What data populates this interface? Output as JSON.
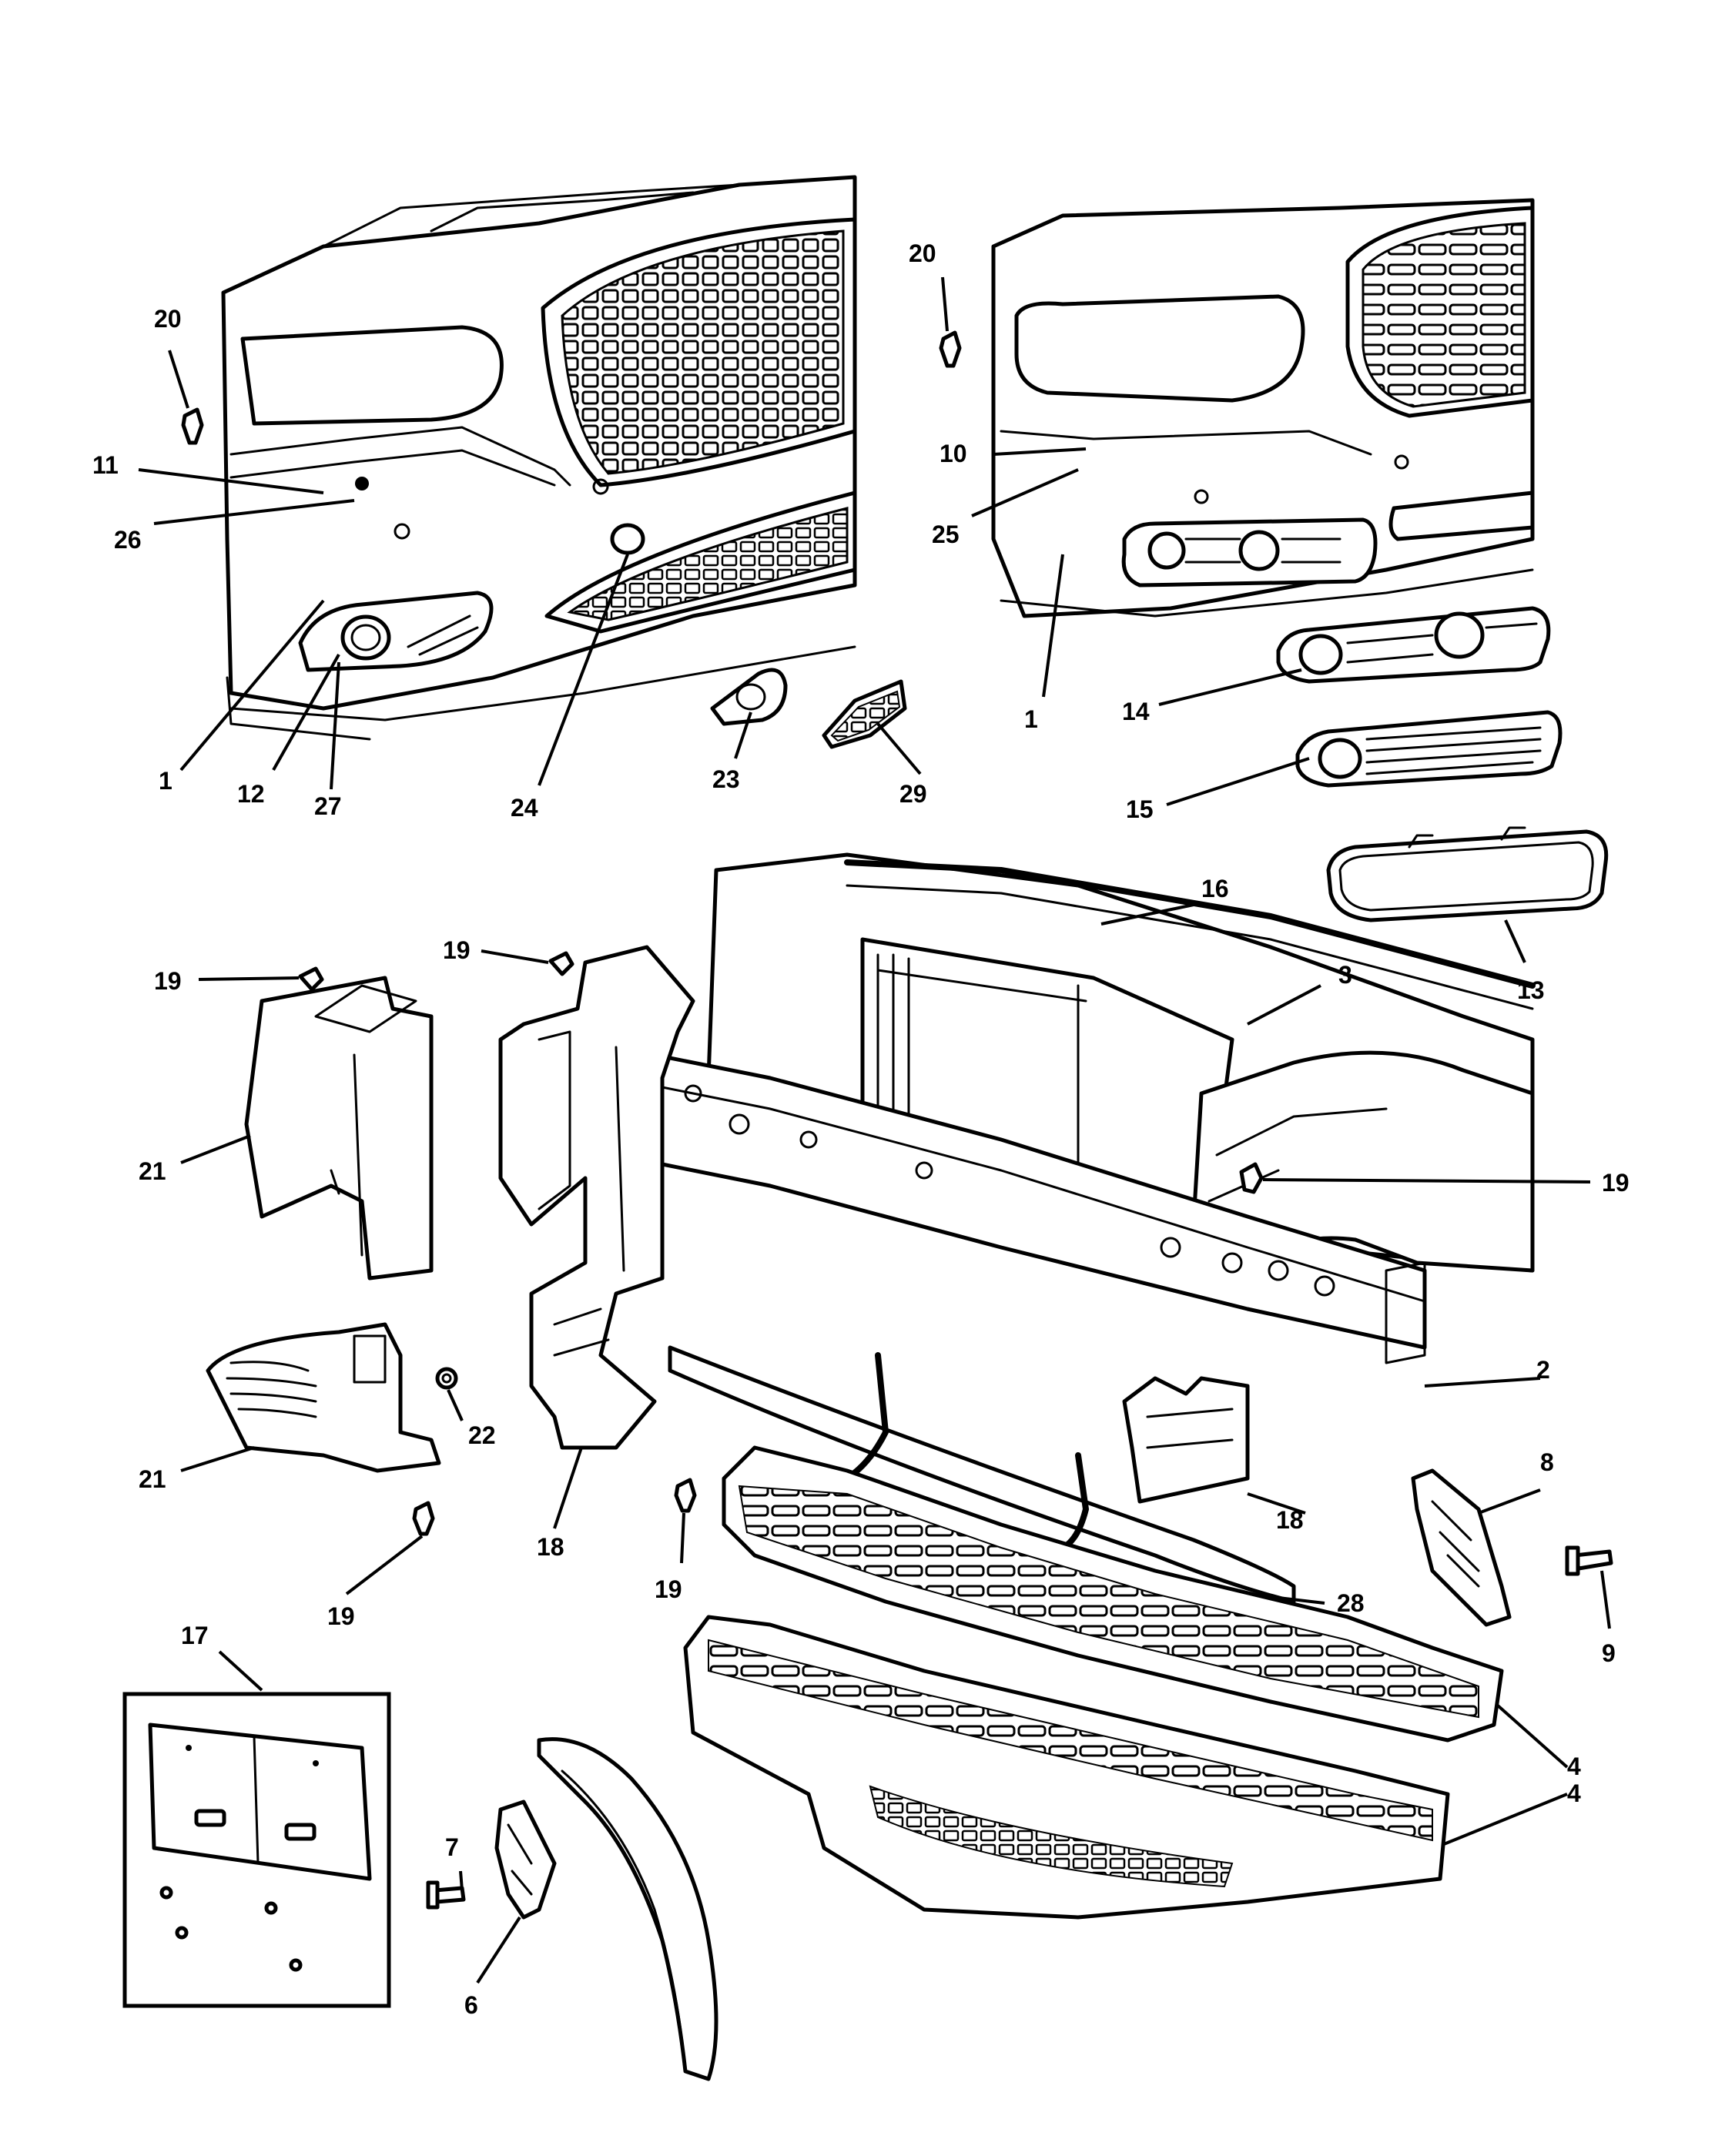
{
  "diagram": {
    "ink_color": "#000000",
    "background_color": "#ffffff",
    "callouts": {
      "c1a": "1",
      "c1b": "1",
      "c2": "2",
      "c3": "3",
      "c4a": "4",
      "c4b": "4",
      "c6": "6",
      "c7": "7",
      "c8": "8",
      "c9": "9",
      "c10": "10",
      "c11": "11",
      "c12": "12",
      "c13": "13",
      "c14": "14",
      "c15": "15",
      "c16": "16",
      "c17": "17",
      "c18a": "18",
      "c18b": "18",
      "c19a": "19",
      "c19b": "19",
      "c19c": "19",
      "c19d": "19",
      "c19e": "19",
      "c20a": "20",
      "c20b": "20",
      "c21a": "21",
      "c21b": "21",
      "c22": "22",
      "c23": "23",
      "c24": "24",
      "c25": "25",
      "c26": "26",
      "c27": "27",
      "c28": "28",
      "c29": "29"
    }
  }
}
